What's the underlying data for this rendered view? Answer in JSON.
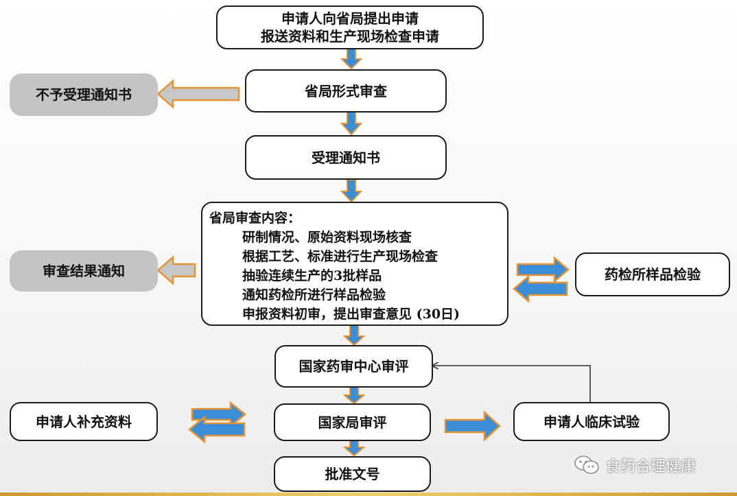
{
  "nodes": {
    "apply_line1": "申请人向省局提出申请",
    "apply_line2": "报送资料和生产现场检查申请",
    "formal_review": "省局形式审查",
    "not_accepted_notice": "不予受理通知书",
    "acceptance_notice": "受理通知书",
    "review_result_notice": "审查结果通知",
    "provincial_review": {
      "title": "省局审查内容：",
      "items": [
        "研制情况、原始资料现场核查",
        "根据工艺、标准进行生产现场检查",
        "抽验连续生产的3批样品",
        "通知药检所进行样品检验",
        "申报资料初审，提出审查意见 (30日)"
      ]
    },
    "sample_inspection": "药检所样品检验",
    "cde_review": "国家药审中心审评",
    "supplement_materials": "申请人补充资料",
    "state_review": "国家局审评",
    "clinical_trial": "申请人临床试验",
    "approval_number": "批准文号"
  },
  "watermark": "食药合理健康",
  "colors": {
    "arrow_blue": "#3b8ed6",
    "arrow_orange": "#e59332",
    "arrow_grey": "#c7c7c7"
  }
}
